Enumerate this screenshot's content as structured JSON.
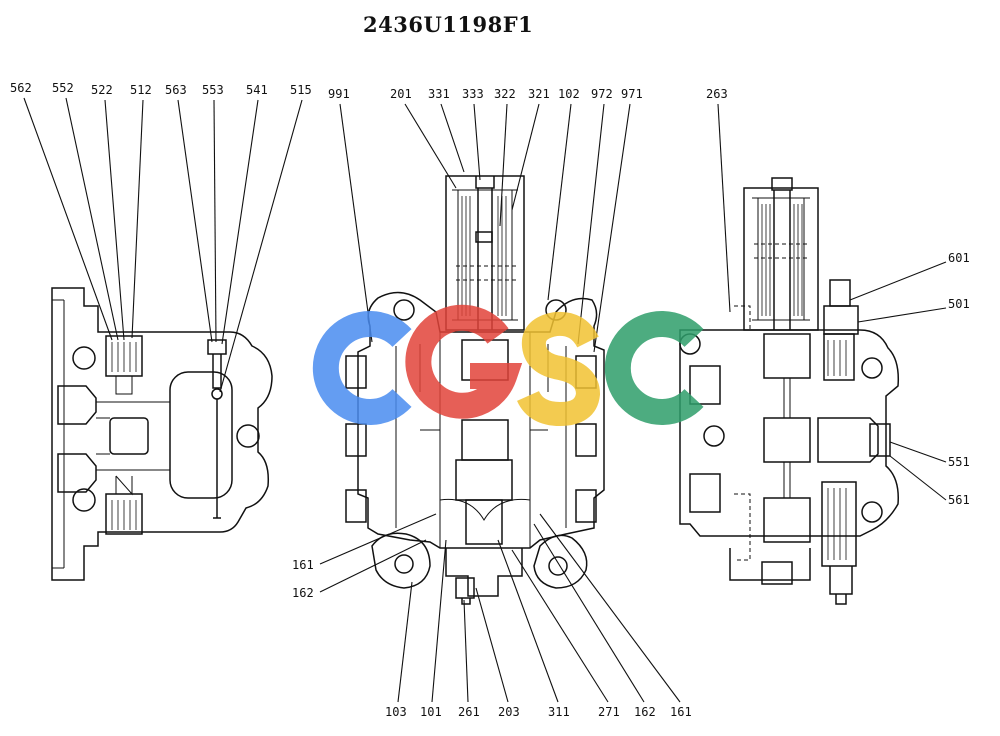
{
  "title": "2436U1198F1",
  "watermark": {
    "letters": [
      "C",
      "G",
      "S",
      "C"
    ],
    "colors": [
      "#4a8cf0",
      "#e2443a",
      "#f1c232",
      "#2e9e6b"
    ]
  },
  "callouts": {
    "c562": "562",
    "c552": "552",
    "c522": "522",
    "c512": "512",
    "c563": "563",
    "c553": "553",
    "c541": "541",
    "c515": "515",
    "c991": "991",
    "c201": "201",
    "c331": "331",
    "c333": "333",
    "c322": "322",
    "c321": "321",
    "c102": "102",
    "c972": "972",
    "c971": "971",
    "c263": "263",
    "c601": "601",
    "c501": "501",
    "c551": "551",
    "c561": "561",
    "c161a": "161",
    "c162a": "162",
    "c103": "103",
    "c101": "101",
    "c261": "261",
    "c203": "203",
    "c311": "311",
    "c271": "271",
    "c162b": "162",
    "c161b": "161"
  }
}
